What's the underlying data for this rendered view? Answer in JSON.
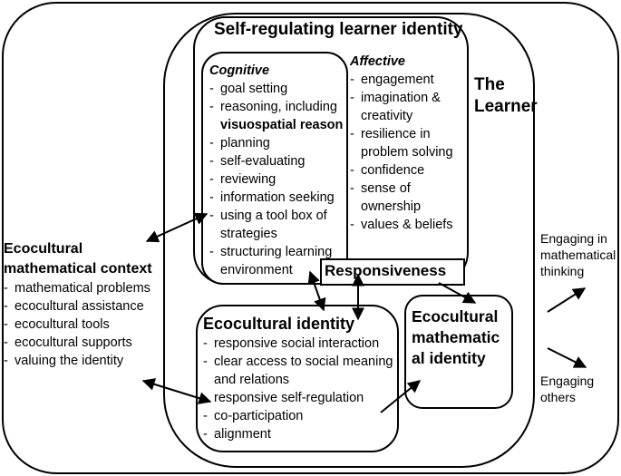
{
  "diagram": {
    "learner": {
      "title_line1": "The",
      "title_line2": "Learner"
    },
    "self_regulating": {
      "title": "Self-regulating learner identity",
      "cognitive": {
        "heading": "Cognitive",
        "items": [
          "goal setting",
          "reasoning, including",
          "planning",
          "self-evaluating",
          "reviewing",
          "information seeking",
          "using a tool box of",
          "structuring learning"
        ],
        "bold_line": "visuospatial reason",
        "tool_box_cont": "strategies",
        "structuring_cont": "environment"
      },
      "affective": {
        "heading": "Affective",
        "items": [
          "engagement",
          "imagination &",
          "resilience in",
          "confidence",
          "sense of",
          "values & beliefs"
        ],
        "imagination_cont": "creativity",
        "resilience_cont": "problem solving",
        "sense_cont": "ownership"
      }
    },
    "responsiveness": "Responsiveness",
    "ecocultural_context": {
      "title_line1": "Ecocultural",
      "title_line2": "mathematical context",
      "items": [
        "mathematical problems",
        "ecocultural assistance",
        "ecocultural tools",
        "ecocultural supports",
        "valuing the identity"
      ]
    },
    "ecocultural_identity": {
      "title": "Ecocultural identity",
      "items": [
        "responsive social interaction",
        "clear access to social meaning",
        "responsive self-regulation",
        "co-participation",
        "alignment"
      ],
      "access_cont": "and relations"
    },
    "ecocultural_math_identity": {
      "line1": "Ecocultural",
      "line2": "mathematic",
      "line3": "al identity"
    },
    "outcomes": {
      "thinking_line1": "Engaging in",
      "thinking_line2": "mathematical",
      "thinking_line3": "thinking",
      "others_line1": "Engaging",
      "others_line2": "others"
    }
  }
}
